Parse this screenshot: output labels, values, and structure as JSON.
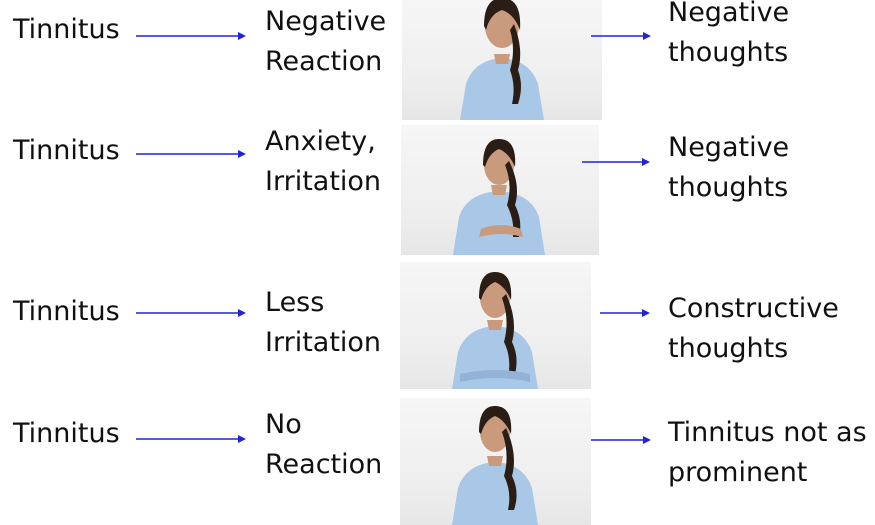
{
  "rows": [
    {
      "cause": "Tinnitus",
      "reaction": "Negative\nReaction",
      "result": "Negative\nthoughts",
      "photo_icon": "woman-portrait-icon",
      "pose": "neutral"
    },
    {
      "cause": "Tinnitus",
      "reaction": "Anxiety,\nIrritation",
      "result": "Negative\nthoughts",
      "photo_icon": "woman-portrait-icon",
      "pose": "anxious"
    },
    {
      "cause": "Tinnitus",
      "reaction": "Less\nIrritation",
      "result": "Constructive\nthoughts",
      "photo_icon": "woman-portrait-icon",
      "pose": "arms-crossed"
    },
    {
      "cause": "Tinnitus",
      "reaction": "No\nReaction",
      "result": "Tinnitus not as\nprominent",
      "photo_icon": "woman-portrait-icon",
      "pose": "neutral"
    }
  ],
  "colors": {
    "arrow": "#2323d6",
    "text": "#111111",
    "shirt": "#a9c7e6",
    "hair": "#2a1d16",
    "skin": "#c99a7b",
    "photo_bg": "#f2f2f2"
  }
}
